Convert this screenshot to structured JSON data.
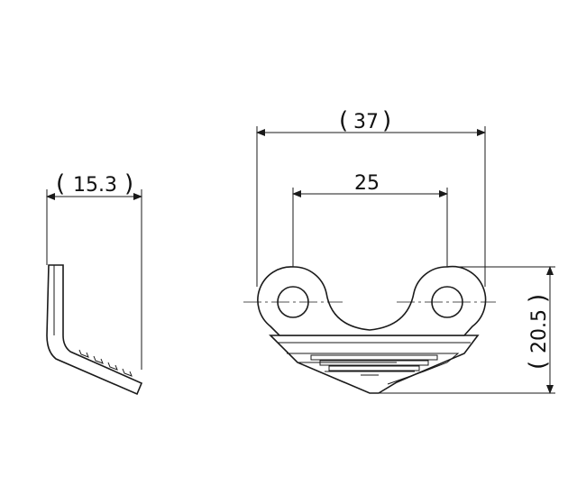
{
  "dimensions": {
    "side_width": "15.3",
    "overall_width": "37",
    "hole_spacing": "25",
    "height": "20.5"
  },
  "parens": {
    "open": "(",
    "close": ")"
  }
}
